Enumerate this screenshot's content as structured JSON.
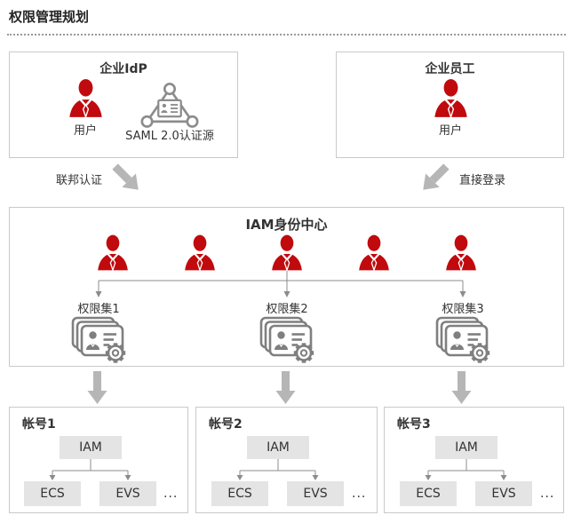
{
  "page": {
    "title": "权限管理规划"
  },
  "colors": {
    "brand_red": "#c00a0d",
    "box_border": "#c9c9c9",
    "gray_fill": "#e4e4e4",
    "arrow_gray": "#b6b6b6",
    "line_gray": "#8c8c8c",
    "text": "#333333"
  },
  "icons": {
    "user": "user-icon",
    "saml_source": "saml-federation-triangle-icon",
    "permission_set": "permission-cards-gear-icon",
    "flow_arrow": "thick-arrow-icon"
  },
  "idp_box": {
    "title": "企业IdP",
    "user_label": "用户",
    "saml_label": "SAML 2.0认证源"
  },
  "employee_box": {
    "title": "企业员工",
    "user_label": "用户"
  },
  "flows": {
    "federation_label": "联邦认证",
    "direct_login_label": "直接登录"
  },
  "identity_center": {
    "title": "IAM身份中心",
    "user_count": 5,
    "permission_sets": [
      {
        "label": "权限集1"
      },
      {
        "label": "权限集2"
      },
      {
        "label": "权限集3"
      }
    ]
  },
  "accounts": [
    {
      "title": "帐号1",
      "iam": "IAM",
      "services": [
        "ECS",
        "EVS"
      ],
      "more": "..."
    },
    {
      "title": "帐号2",
      "iam": "IAM",
      "services": [
        "ECS",
        "EVS"
      ],
      "more": "..."
    },
    {
      "title": "帐号3",
      "iam": "IAM",
      "services": [
        "ECS",
        "EVS"
      ],
      "more": "..."
    }
  ]
}
